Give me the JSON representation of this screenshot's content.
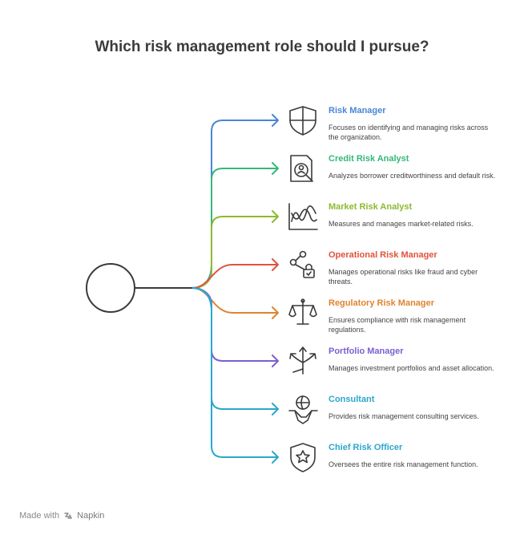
{
  "title": "Which risk management role should I pursue?",
  "roles": [
    {
      "title": "Risk Manager",
      "description": "Focuses on identifying and managing risks across the organization.",
      "color": "#4a86d4",
      "icon": "shield-icon"
    },
    {
      "title": "Credit Risk Analyst",
      "description": "Analyzes borrower creditworthiness and default risk.",
      "color": "#34b87a",
      "icon": "credit-analysis-icon"
    },
    {
      "title": "Market Risk Analyst",
      "description": "Measures and manages market-related risks.",
      "color": "#8cba2e",
      "icon": "market-chart-icon"
    },
    {
      "title": "Operational Risk Manager",
      "description": "Manages operational risks like fraud and cyber threats.",
      "color": "#e0533d",
      "icon": "network-lock-icon"
    },
    {
      "title": "Regulatory Risk Manager",
      "description": "Ensures compliance with risk management regulations.",
      "color": "#de8430",
      "icon": "scales-icon"
    },
    {
      "title": "Portfolio Manager",
      "description": "Manages investment portfolios and asset allocation.",
      "color": "#7a5fd1",
      "icon": "diverging-arrows-icon"
    },
    {
      "title": "Consultant",
      "description": "Provides risk management consulting services.",
      "color": "#2aa7cf",
      "icon": "handshake-globe-icon"
    },
    {
      "title": "Chief Risk Officer",
      "description": "Oversees the entire risk management function.",
      "color": "#2aa7cf",
      "icon": "star-shield-icon"
    }
  ],
  "footer": {
    "made_with": "Made with",
    "brand": "Napkin"
  }
}
